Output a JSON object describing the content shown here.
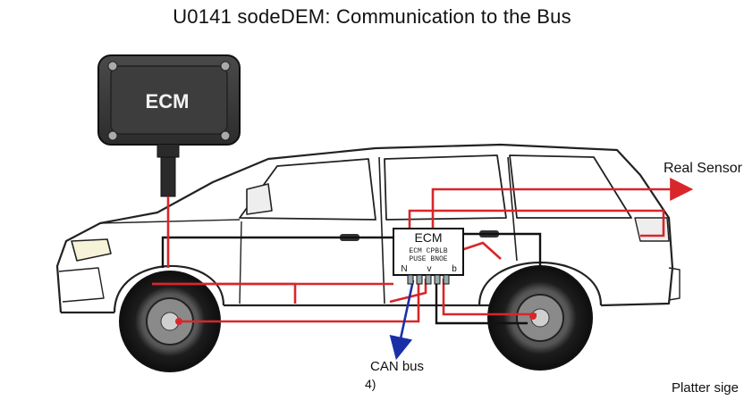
{
  "title": "U0141 sodeDEM: Communication to the Bus",
  "ecm_module": {
    "label": "ECM"
  },
  "ecm_unit": {
    "label": "ECM",
    "sub_line1": "ECM CPBLB",
    "sub_line2": "PUSE BNOE",
    "pins": {
      "left": "N",
      "middle": "v",
      "right": "b"
    }
  },
  "labels": {
    "sensor": "Real Sensor",
    "can_bus": "CAN bus",
    "can_bus_note": "4)",
    "platter": "Platter sige"
  },
  "colors": {
    "signal_wire": "#d8262a",
    "ground_wire": "#111111",
    "can_wire": "#1a2fa6",
    "module_body": "#3a3a3a"
  }
}
